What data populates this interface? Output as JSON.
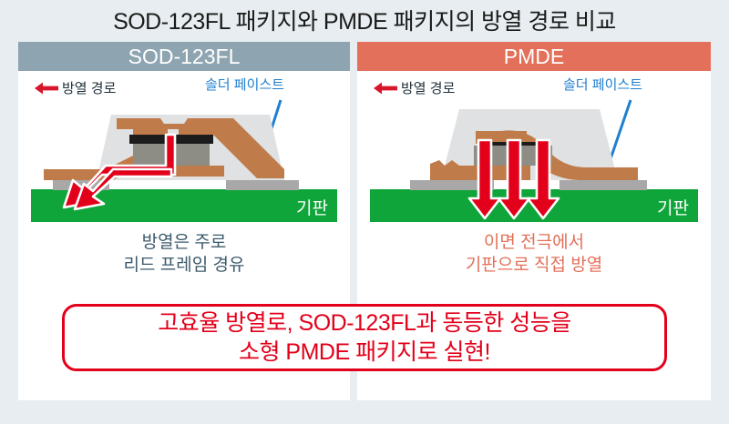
{
  "page": {
    "title": "SOD-123FL 패키지와 PMDE 패키지의 방열 경로 비교",
    "background_color": "#e7edf0"
  },
  "panels": [
    {
      "id": "left",
      "header_label": "SOD-123FL",
      "header_color": "#8ea4b0",
      "legend_label": "방열 경로",
      "legend_arrow_icon": "left-arrow-icon",
      "legend_arrow_color": "#d8152a",
      "solder_label": "솔더 페이스트",
      "solder_label_color": "#1f7fd0",
      "substrate_label": "기판",
      "substrate_color": "#10a53a",
      "caption": "방열은 주로\n리드 프레임 경유",
      "caption_color": "#3c5a6b",
      "heat_arrow_count": 2,
      "heat_arrow_direction": "down-left",
      "heat_arrow_color": "#e2001a"
    },
    {
      "id": "right",
      "header_label": "PMDE",
      "header_color": "#e3705a",
      "legend_label": "방열 경로",
      "legend_arrow_icon": "left-arrow-icon",
      "legend_arrow_color": "#d8152a",
      "solder_label": "솔더 페이스트",
      "solder_label_color": "#1f7fd0",
      "substrate_label": "기판",
      "substrate_color": "#10a53a",
      "caption": "이면 전극에서\n기판으로 직접 방열",
      "caption_color": "#e3705a",
      "heat_arrow_count": 3,
      "heat_arrow_direction": "down",
      "heat_arrow_color": "#e2001a"
    }
  ],
  "callout": {
    "text": "고효율 방열로, SOD-123FL과 동등한 성능을\n소형 PMDE 패키지로 실현!",
    "color": "#e2001a",
    "border_color": "#e2001a"
  },
  "materials": {
    "mold_color": "#dfe1e2",
    "copper_color": "#c07b4a",
    "die_color": "#8d8d85",
    "electrode_color": "#1c1c1c",
    "solder_pad_color": "#a8a8a8",
    "substrate_color": "#10a53a"
  }
}
